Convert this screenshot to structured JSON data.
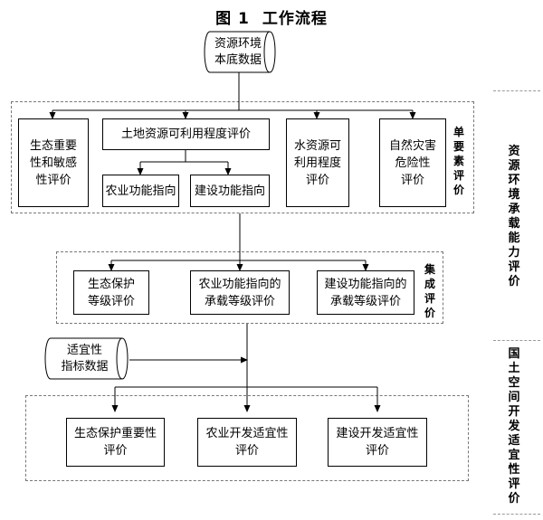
{
  "title": {
    "figure": "图 1",
    "text": "工作流程"
  },
  "source_data": "资源环境\n本底数据",
  "suitability_data": "适宜性\n指标数据",
  "single_factor": {
    "label": "单要素评价",
    "boxes": {
      "eco_sensitivity": "生态重要\n性和敏感\n性评价",
      "land": "土地资源可利用程度评价",
      "agri_orientation": "农业功能指向",
      "construct_orientation": "建设功能指向",
      "water": "水资源可\n利用程度\n评价",
      "hazard": "自然灾害\n危险性\n评价"
    }
  },
  "integrated": {
    "label": "集成评价",
    "boxes": {
      "eco_protect": "生态保护\n等级评价",
      "agri_capacity": "农业功能指向的\n承载等级评价",
      "construct_capacity": "建设功能指向的\n承载等级评价"
    }
  },
  "suitability": {
    "boxes": {
      "eco_importance": "生态保护重要性\n评价",
      "agri_suitability": "农业开发适宜性\n评价",
      "construct_suitability": "建设开发适宜性\n评价"
    }
  },
  "side_labels": {
    "capacity": "资源环境承载能力评价",
    "spatial": "国土空间开发适宜性评价"
  }
}
